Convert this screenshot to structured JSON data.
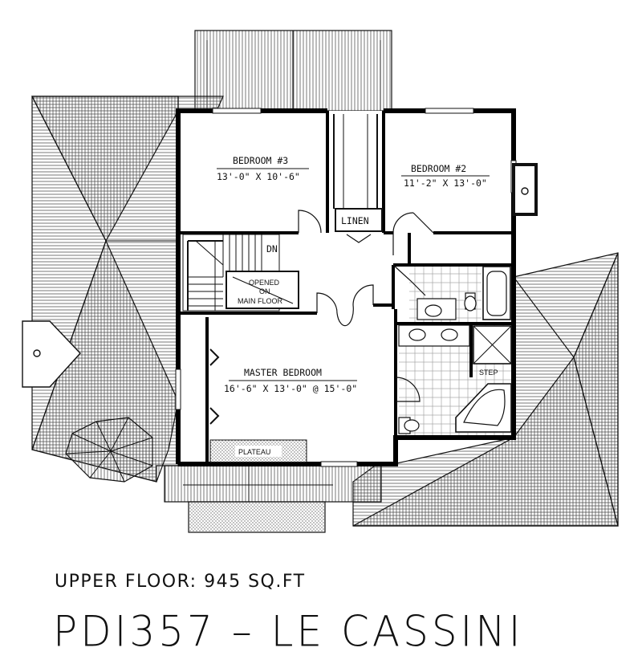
{
  "rooms": {
    "bedroom3": {
      "name": "BEDROOM #3",
      "size": "13'-0\" X 10'-6\""
    },
    "bedroom2": {
      "name": "BEDROOM #2",
      "size": "11'-2\" X 13'-0\""
    },
    "master": {
      "name": "MASTER BEDROOM",
      "size": "16'-6\" X 13'-0\" @ 15'-0\""
    }
  },
  "labels": {
    "linen": "LINEN",
    "down": "DN",
    "opened_line1": "OPENED",
    "opened_line2": "ON",
    "opened_line3": "MAIN FLOOR",
    "step": "STEP",
    "plateau": "PLATEAU"
  },
  "caption": "UPPER FLOOR: 945 SQ.FT",
  "plan_title": "PDI357 – LE CASSINI"
}
